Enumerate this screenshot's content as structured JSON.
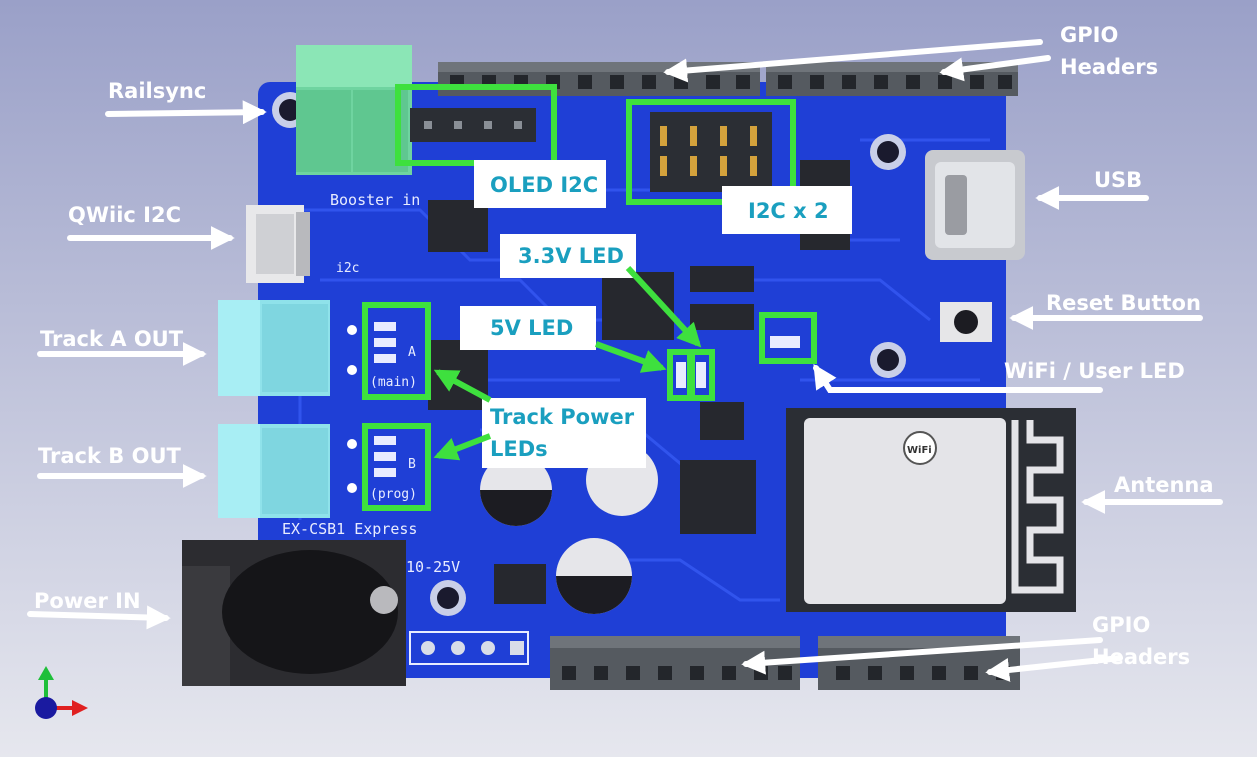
{
  "colors": {
    "background_top": "#9aa0c8",
    "background_bottom": "#e6e7ee",
    "pcb_blue": "#1f3fd6",
    "highlight_green": "#3ee03e",
    "label_white": "#ffffff",
    "label_teal": "#1a9fbf"
  },
  "callouts": {
    "railsync": "Railsync",
    "qwiic_i2c": "QWiic I2C",
    "track_a_out": "Track A OUT",
    "track_b_out": "Track B OUT",
    "power_in": "Power IN",
    "gpio_headers_top_line1": "GPIO",
    "gpio_headers_top_line2": "Headers",
    "usb": "USB",
    "reset_button": "Reset Button",
    "wifi_user_led": "WiFi / User LED",
    "antenna": "Antenna",
    "gpio_headers_bottom_line1": "GPIO",
    "gpio_headers_bottom_line2": "Headers",
    "oled_i2c": "OLED I2C",
    "i2c_x2": "I2C x 2",
    "led_3v3": "3.3V LED",
    "led_5v": "5V LED",
    "track_power_leds_line1": "Track Power",
    "track_power_leds_line2": "LEDs"
  },
  "silkscreen": {
    "booster_in": "Booster in",
    "i2c": "i2c",
    "channel_a": "A",
    "main": "(main)",
    "channel_b": "B",
    "prog": "(prog)",
    "board_name": "EX-CSB1 Express",
    "voltage": "10-25V",
    "wifi_logo": "WiFi"
  }
}
